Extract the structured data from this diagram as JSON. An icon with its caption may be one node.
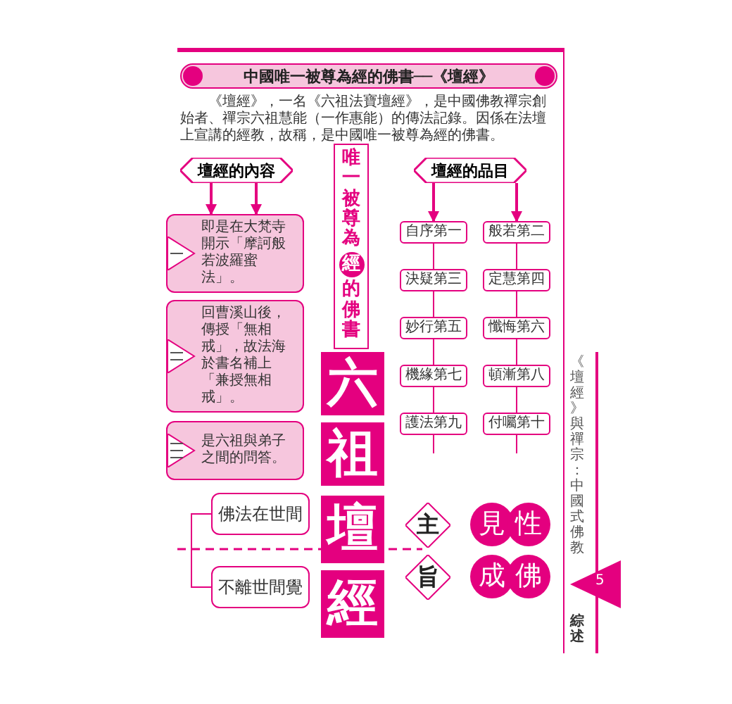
{
  "diagram": {
    "title": "中國唯一被尊為經的佛書──《壇經》",
    "nodes": [
      {
        "text": [
          "壇經的內容"
        ]
      },
      {
        "text": [
          "即是在大梵寺開示「摩訶般若波羅蜜法」。"
        ]
      },
      {
        "text": [
          "回曹溪山後，傳授「無相戒」，故法海於書名補上「兼授無相戒」。"
        ]
      },
      {
        "text": [
          "是六祖與弟子之間的問答。"
        ]
      },
      {
        "text": [
          "唯一被尊為",
          "經",
          "的佛書"
        ]
      },
      {
        "text": [
          "六"
        ]
      },
      {
        "text": [
          "祖"
        ]
      },
      {
        "text": [
          "壇"
        ]
      },
      {
        "text": [
          "經"
        ]
      },
      {
        "text": [
          "壇經的品目"
        ]
      },
      {
        "text": [
          "自序第一"
        ]
      },
      {
        "text": [
          "般若第二"
        ]
      },
      {
        "text": [
          "決疑第三"
        ]
      },
      {
        "text": [
          "定慧第四"
        ]
      },
      {
        "text": [
          "妙行第五"
        ]
      },
      {
        "text": [
          "懺悔第六"
        ]
      },
      {
        "text": [
          "機緣第七"
        ]
      },
      {
        "text": [
          "頓漸第八"
        ]
      },
      {
        "text": [
          "護法第九"
        ]
      },
      {
        "text": [
          "付囑第十"
        ]
      },
      {
        "text": [
          "佛法在世間"
        ]
      },
      {
        "text": [
          "不離世間覺"
        ]
      },
      {
        "text": [
          "主"
        ]
      },
      {
        "text": [
          "旨"
        ]
      },
      {
        "text": [
          "見"
        ]
      },
      {
        "text": [
          "性"
        ]
      },
      {
        "text": [
          "成"
        ]
      },
      {
        "text": [
          "佛"
        ]
      }
    ],
    "edges": [
      {
        "from": 0,
        "to": 1,
        "arrow": "to"
      },
      {
        "from": 0,
        "to": 1,
        "arrow": "to"
      },
      {
        "from": 9,
        "to": 10,
        "arrow": "to"
      },
      {
        "from": 9,
        "to": 11,
        "arrow": "to"
      },
      {
        "from": 10,
        "to": 12,
        "arrow": "none"
      },
      {
        "from": 12,
        "to": 14,
        "arrow": "none"
      },
      {
        "from": 14,
        "to": 16,
        "arrow": "none"
      },
      {
        "from": 16,
        "to": 18,
        "arrow": "none"
      },
      {
        "from": 11,
        "to": 13,
        "arrow": "none"
      },
      {
        "from": 13,
        "to": 15,
        "arrow": "none"
      },
      {
        "from": 15,
        "to": 17,
        "arrow": "none"
      },
      {
        "from": 17,
        "to": 19,
        "arrow": "none"
      },
      {
        "from": 20,
        "to": 21,
        "arrow": "none"
      }
    ],
    "labels": [
      "《壇經》，一名《六祖法寶壇經》，是中國佛教禪宗創始者、禪宗六祖慧能（一作惠能）的傳法記錄。因係在法壇上宣講的經教，故稱，是中國唯一被尊為經的佛書。",
      "《壇經》與禪宗：中國式佛教",
      "5",
      "綜述"
    ]
  }
}
